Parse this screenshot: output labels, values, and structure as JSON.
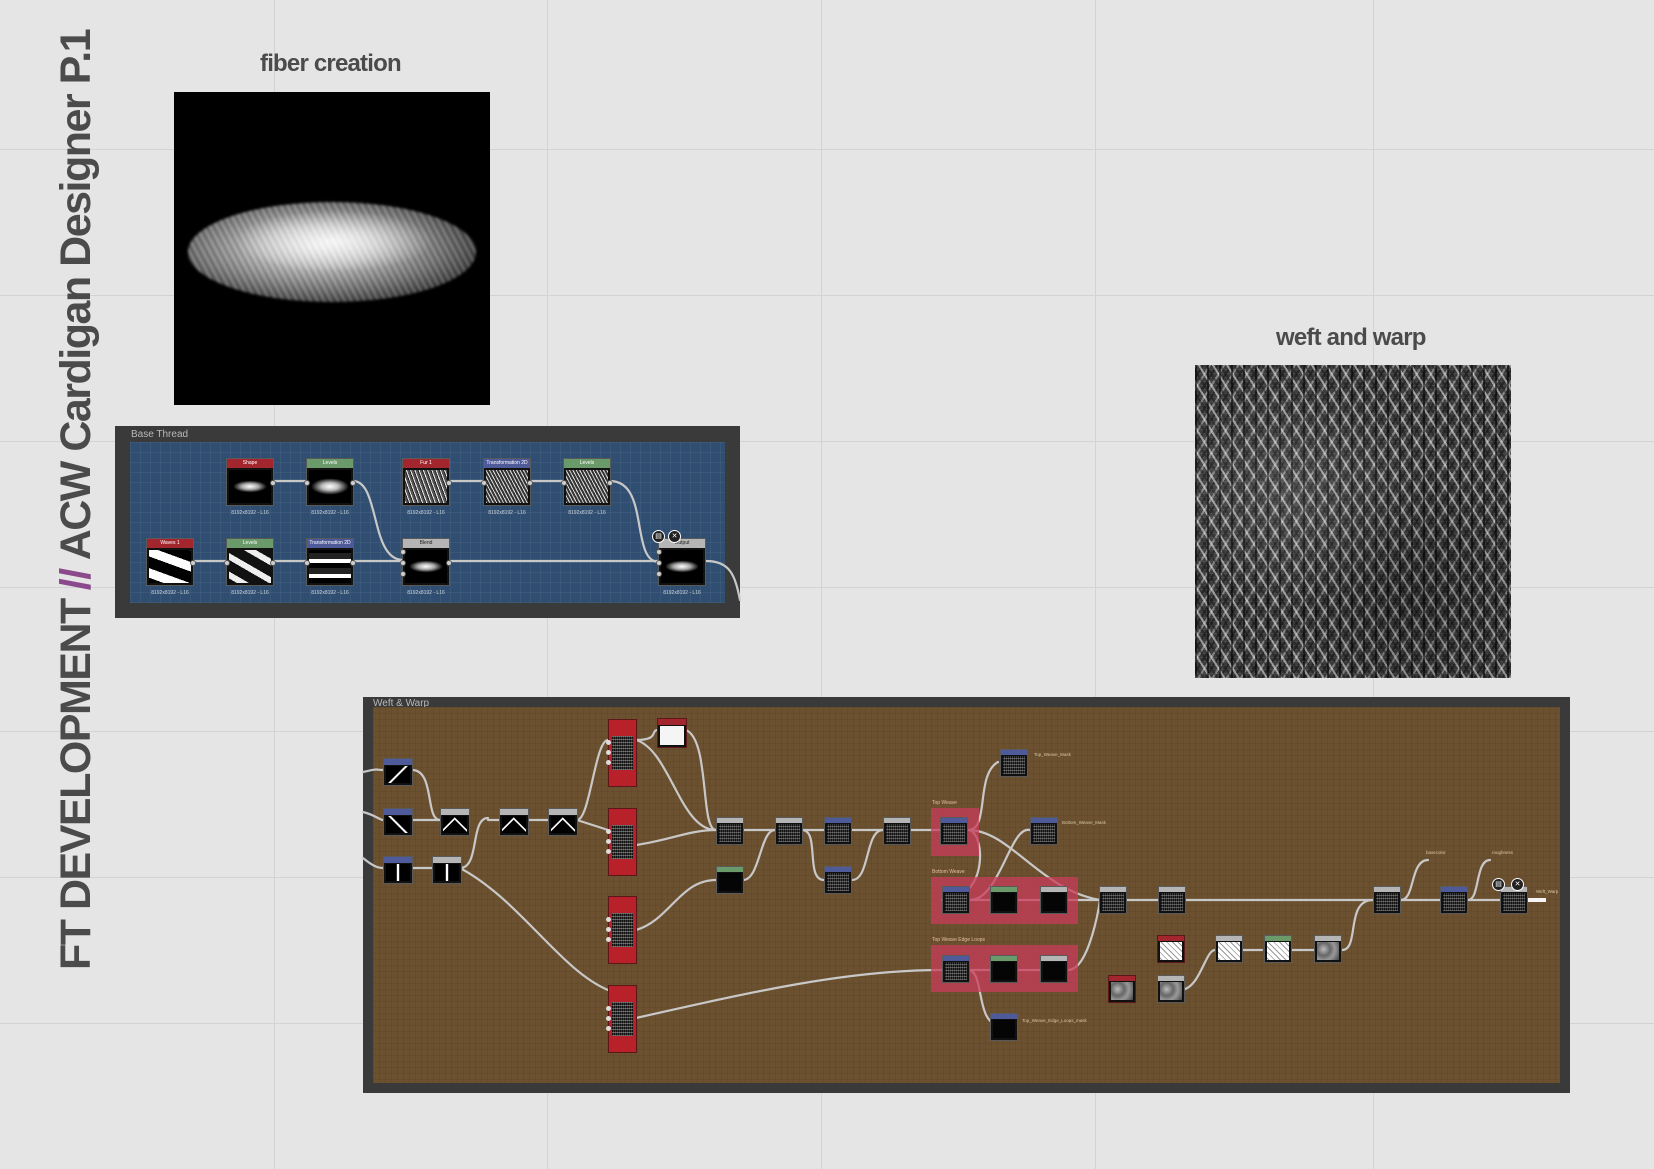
{
  "page": {
    "title_left": "FT DEVELOPMENT",
    "title_separator": "//",
    "title_right": "ACW Cardigan Designer P.1",
    "accent_color": "#8a4a8c"
  },
  "sections": {
    "fiber_creation": {
      "title": "fiber creation"
    },
    "weft_and_warp": {
      "title": "weft and warp"
    }
  },
  "base_thread_graph": {
    "frame_label": "Base Thread",
    "nodes": [
      {
        "id": "shape",
        "header": "Shape",
        "header_color": "#a3262f",
        "resolution": "8192x8192 - L16"
      },
      {
        "id": "levels-1",
        "header": "Levels",
        "header_color": "#6a9a6a",
        "resolution": "8192x8192 - L16"
      },
      {
        "id": "fur",
        "header": "Fur 1",
        "header_color": "#a3262f",
        "resolution": "8192x8192 - L16"
      },
      {
        "id": "transform-1",
        "header": "Transformation 2D",
        "header_color": "#4f5a9b",
        "resolution": "8192x8192 - L16"
      },
      {
        "id": "levels-2",
        "header": "Levels",
        "header_color": "#6a9a6a",
        "resolution": "8192x8192 - L16"
      },
      {
        "id": "waves",
        "header": "Waves 1",
        "header_color": "#a3262f",
        "resolution": "8192x8192 - L16"
      },
      {
        "id": "levels-3",
        "header": "Levels",
        "header_color": "#6a9a6a",
        "resolution": "8192x8192 - L16"
      },
      {
        "id": "transform-2",
        "header": "Transformation 2D",
        "header_color": "#4f5a9b",
        "resolution": "8192x8192 - L16"
      },
      {
        "id": "blend",
        "header": "Blend",
        "header_color": "#b5b5b5",
        "resolution": "8192x8192 - L16"
      },
      {
        "id": "output",
        "header": "Output",
        "header_color": "#b5b5b5",
        "resolution": "8192x8192 - L16"
      }
    ]
  },
  "weft_warp_graph": {
    "frame_label": "Weft & Warp",
    "groups": [
      {
        "id": "top-weave",
        "label": "Top Weave"
      },
      {
        "id": "bottom-weave",
        "label": "Bottom Weave"
      },
      {
        "id": "top-weave-edge-loops",
        "label": "Top Weave Edge Loops"
      }
    ],
    "output_labels": {
      "top_weave_mask": "Top_Weave_Mask",
      "bottom_weave_mask": "Bottom_Weave_Mask",
      "top_weave_edge_loops_mask": "Top_Weave_Edge_Loops_mask",
      "basecolor": "basecolor",
      "roughness": "roughness",
      "final_output": "Weft_Warp"
    },
    "colors": {
      "blue_header": "#4f5a9b",
      "green_header": "#6a9a6a",
      "red_header": "#a3262f",
      "gray_header": "#b5b5b5",
      "group_fill": "#c83c5a"
    }
  },
  "icons": {
    "node_pin": "document-icon",
    "node_pin_2": "bookmark-icon"
  }
}
